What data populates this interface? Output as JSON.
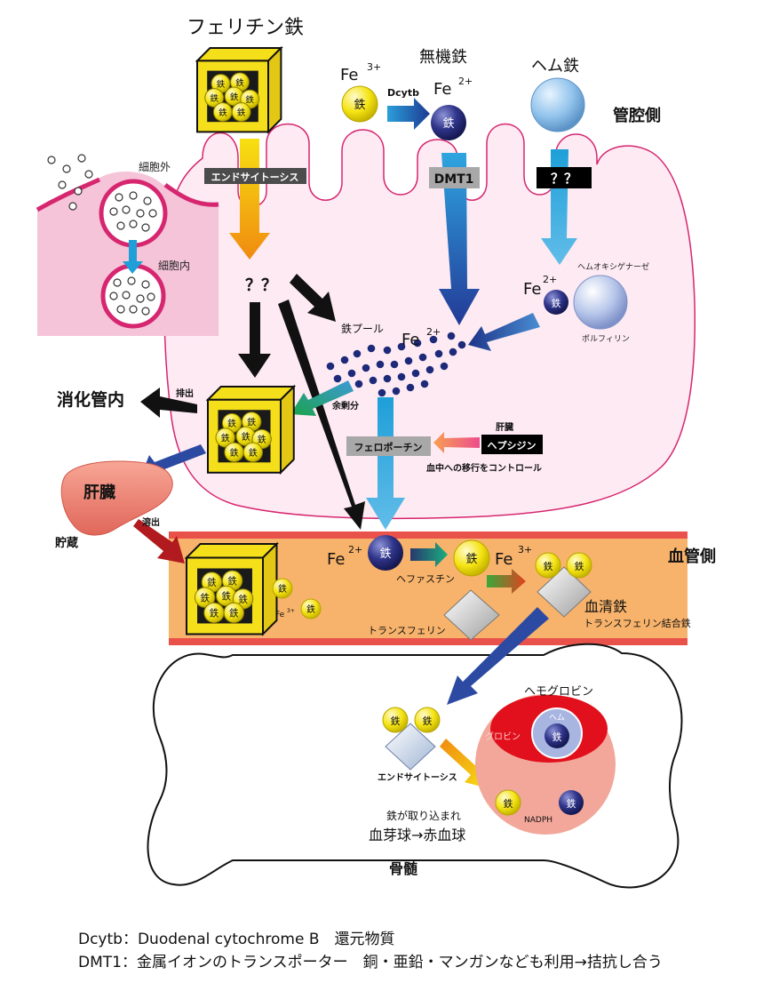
{
  "titles": {
    "ferritin_iron": "フェリチン鉄",
    "inorganic_iron": "無機鉄",
    "heme_iron": "ヘム鉄",
    "lumen_side": "管腔側",
    "vessel_side": "血管側",
    "gi_tract": "消化管内",
    "liver": "肝臓",
    "storage": "貯蔵",
    "bone_marrow": "骨髄"
  },
  "labels": {
    "extracellular": "細胞外",
    "intracellular": "細胞内",
    "endocytosis": "エンドサイトーシス",
    "unknown": "？？",
    "dmt1": "DMT1",
    "dcytb": "Dcytb",
    "heme_oxygenase": "ヘムオキシゲナーゼ",
    "porphyrin": "ポルフィリン",
    "iron_pool": "鉄プール",
    "excretion": "排出",
    "excess": "余剰分",
    "ferroportin": "フェロポーチン",
    "liver_small": "肝臓",
    "hepcidin": "ヘプシジン",
    "control": "血中への移行をコントロール",
    "elution": "溶出",
    "hephaestin": "ヘファスチン",
    "transferrin": "トランスフェリン",
    "serum_iron": "血清鉄",
    "transferrin_bound": "トランスフェリン結合鉄",
    "hemoglobin": "ヘモグロビン",
    "globin": "グロビン",
    "heme": "ヘム",
    "endocytosis_marrow": "エンドサイトーシス",
    "iron_taken": "鉄が取り込まれ",
    "erythro": "血芽球→赤血球",
    "nadph": "NADPH",
    "iron_char": "鉄",
    "fe": "Fe",
    "fe3_sup": "3+",
    "fe2_sup": "2+"
  },
  "legend": [
    "Dcytb：Duodenal cytochrome B　還元物質",
    "DMT1：金属イオンのトランスポーター　銅・亜鉛・マンガンなども利用→拮抗し合う"
  ],
  "colors": {
    "cell_fill": "#fdeaf3",
    "cell_stroke": "#d6266f",
    "vessel": "#f7b36b",
    "vessel_border": "#e9524b",
    "iron_yellow": "#f8ea1a",
    "iron_navy": "#2b2f7e",
    "marrow_cell": "#f2a79a",
    "globin_red": "#e1101c"
  }
}
